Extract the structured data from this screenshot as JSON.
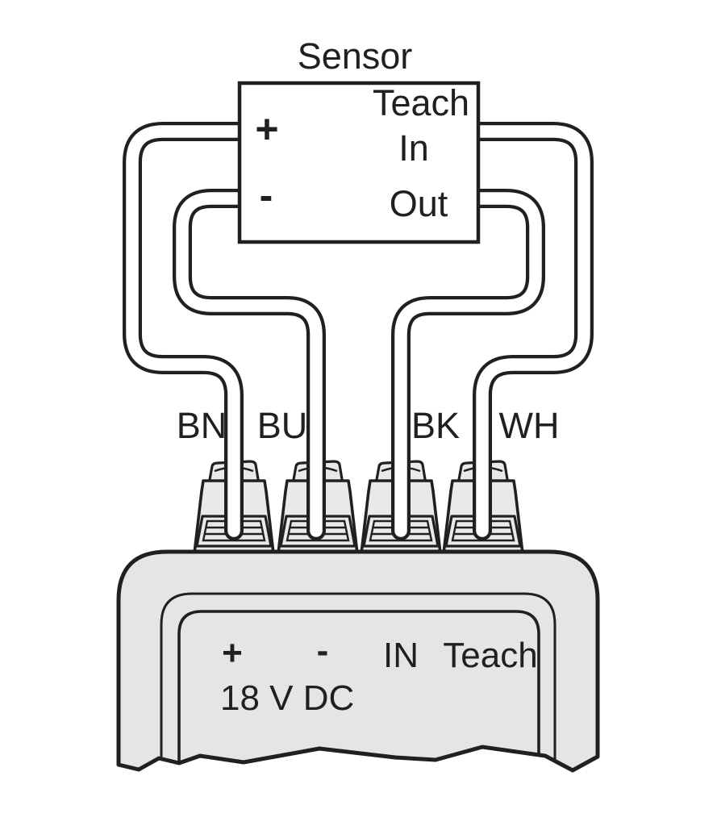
{
  "colors": {
    "line": "#231f20",
    "wire_fill": "#ffffff",
    "device_fill": "#e4e6e5",
    "terminal_fill": "#e8eae9",
    "background": "#ffffff"
  },
  "sensor": {
    "title": "Sensor",
    "plus": "+",
    "minus": "-",
    "teach": "Teach",
    "in": "In",
    "out": "Out"
  },
  "wire_labels": {
    "bn": "BN",
    "bu": "BU",
    "bk": "BK",
    "wh": "WH"
  },
  "power_device": {
    "plus": "+",
    "minus": "-",
    "in": "IN",
    "teach": "Teach",
    "supply": "18 V DC"
  }
}
